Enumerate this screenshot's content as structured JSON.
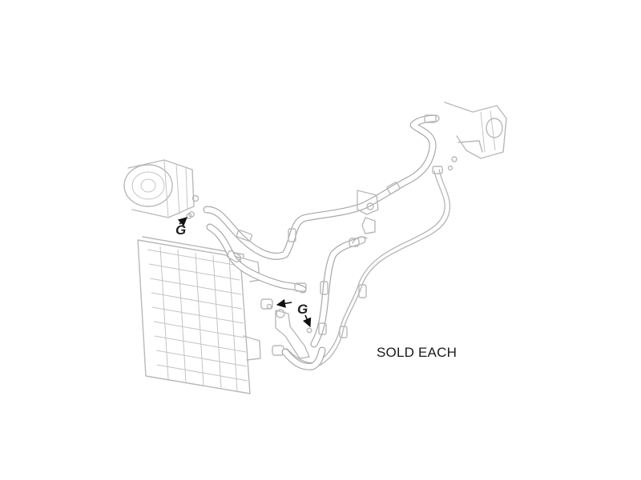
{
  "callouts": [
    {
      "label": "G"
    },
    {
      "label": "G"
    }
  ],
  "note": "SOLD EACH"
}
